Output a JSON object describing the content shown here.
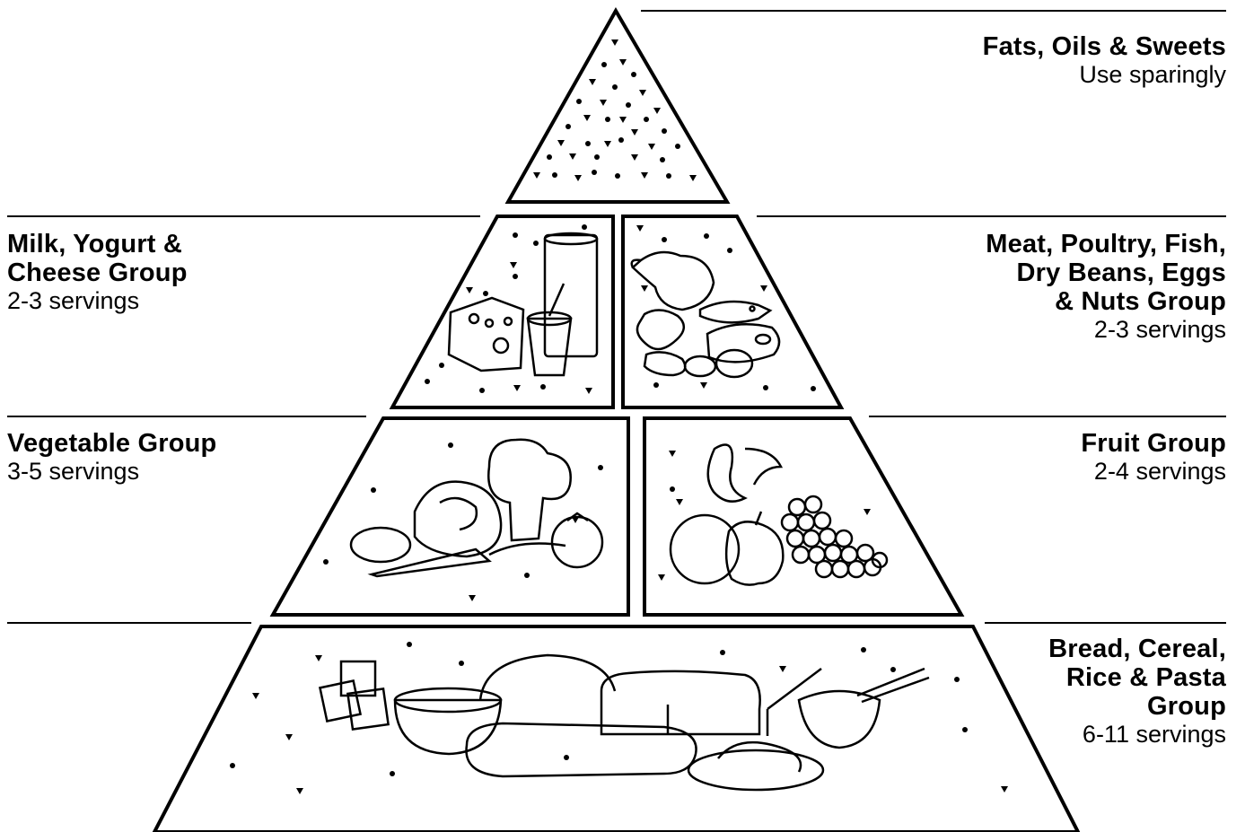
{
  "groups": {
    "fats": {
      "title": "Fats, Oils & Sweets",
      "servings": "Use sparingly"
    },
    "milk": {
      "title_line1": "Milk, Yogurt &",
      "title_line2": "Cheese Group",
      "servings": "2-3 servings"
    },
    "meat": {
      "title_line1": "Meat, Poultry, Fish,",
      "title_line2": "Dry Beans, Eggs",
      "title_line3": "& Nuts Group",
      "servings": "2-3 servings"
    },
    "vegetable": {
      "title": "Vegetable Group",
      "servings": "3-5 servings"
    },
    "fruit": {
      "title": "Fruit Group",
      "servings": "2-4 servings"
    },
    "bread": {
      "title_line1": "Bread, Cereal,",
      "title_line2": "Rice & Pasta",
      "title_line3": "Group",
      "servings": "6-11 servings"
    }
  },
  "colors": {
    "ink": "#000000",
    "paper": "#ffffff"
  },
  "illustrations": {
    "fats": "scattered-dots-and-triangles",
    "milk": "cheese-glass-yogurt",
    "meat": "chicken-fish-steak-eggs",
    "vegetable": "potato-cabbage-broccoli-carrot-tomato",
    "fruit": "banana-orange-apple-grapes",
    "bread": "crackers-cereal-bread-pasta-rice"
  }
}
